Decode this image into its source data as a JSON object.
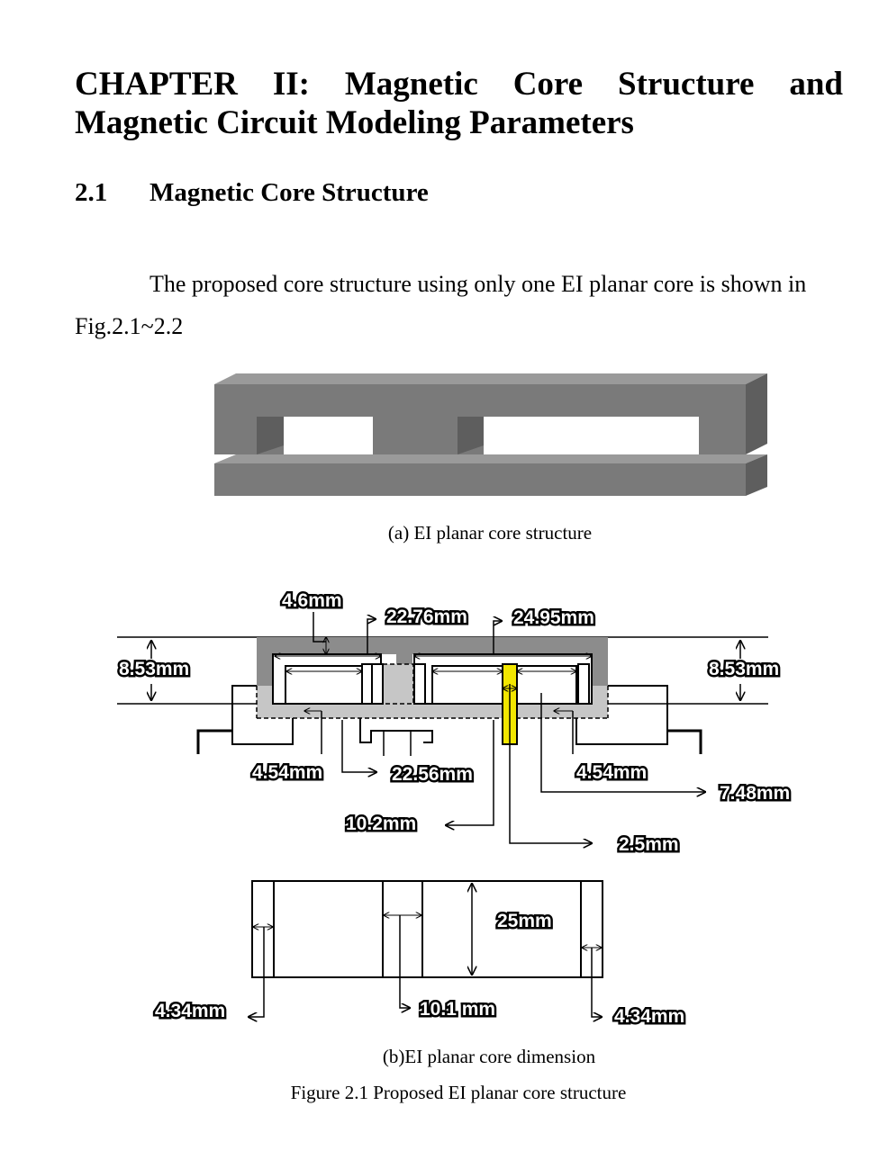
{
  "chapter_title": "CHAPTER II: Magnetic Core Structure and Magnetic Circuit Modeling Parameters",
  "section": {
    "number": "2.1",
    "title": "Magnetic Core Structure"
  },
  "paragraph": "The proposed core structure using only one EI planar core is shown in Fig.2.1~2.2",
  "captions": {
    "a": "(a)  EI planar core structure",
    "b": "(b)EI planar core dimension",
    "figure": "Figure 2.1 Proposed EI planar core structure"
  },
  "dimensions": {
    "d_4_6": "4.6mm",
    "d_22_76": "22.76mm",
    "d_24_95": "24.95mm",
    "d_8_53_left": "8.53mm",
    "d_8_53_right": "8.53mm",
    "d_4_54_left": "4.54mm",
    "d_22_56": "22.56mm",
    "d_4_54_right": "4.54mm",
    "d_7_48": "7.48mm",
    "d_10_2": "10.2mm",
    "d_2_5": "2.5mm",
    "d_25": "25mm",
    "d_4_34_left": "4.34mm",
    "d_10_1": "10.1 mm",
    "d_4_34_right": "4.34mm"
  },
  "colors": {
    "core_front": "#7a7a7a",
    "core_top": "#9a9a9a",
    "core_side": "#5e5e5e",
    "dark_core": "#8c8c8c",
    "light_core": "#c6c6c6",
    "conductor": "#f2e600"
  }
}
